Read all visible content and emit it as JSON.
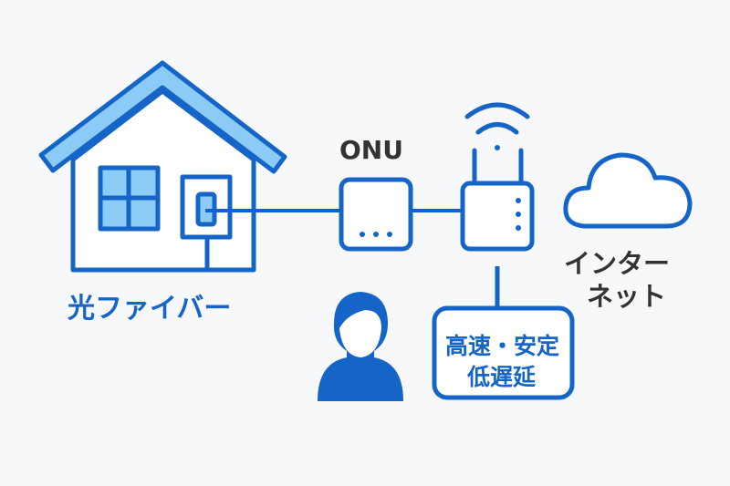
{
  "labels": {
    "fiber": "光ファイバー",
    "onu": "ONU",
    "internet_line1": "インター",
    "internet_line2": "ネット",
    "features_line1": "高速・安定",
    "features_line2": "低遅延"
  },
  "colors": {
    "primary": "#1565c8",
    "light": "#8ccbf5",
    "text_dark": "#333333",
    "background": "#f7f8fa"
  }
}
